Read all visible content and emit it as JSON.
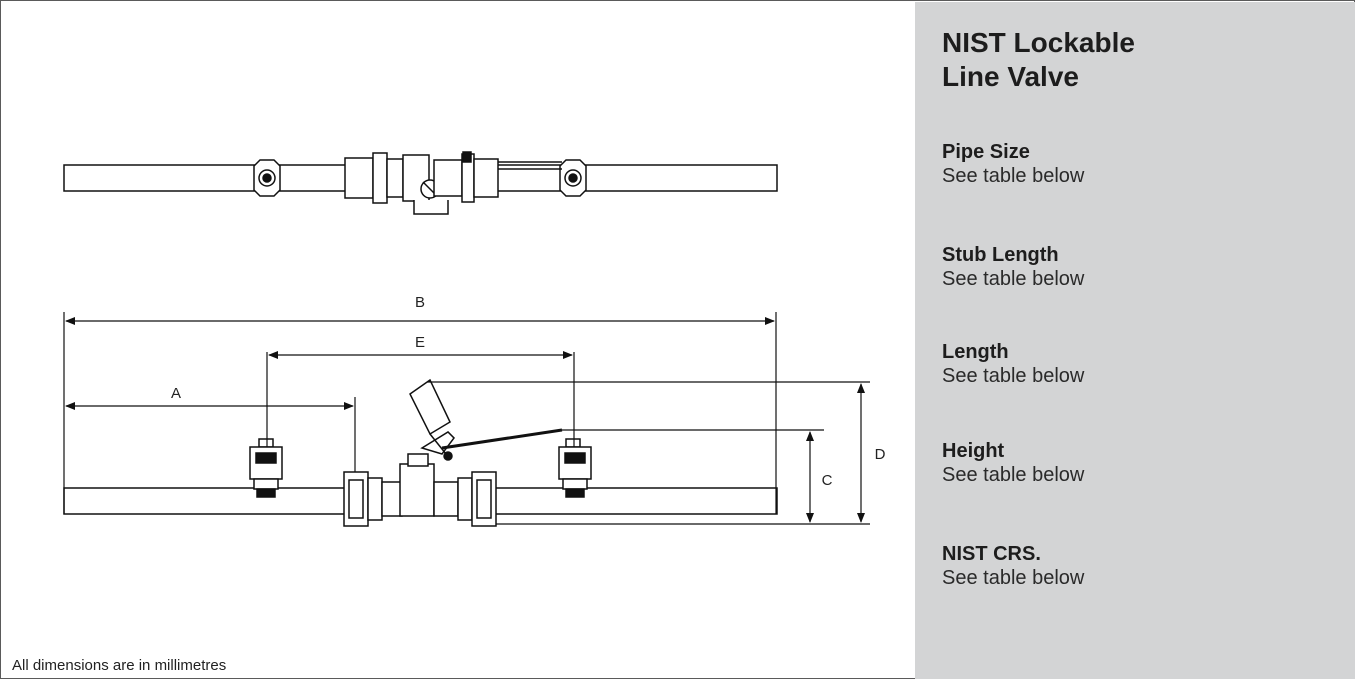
{
  "title": {
    "line1": "NIST Lockable",
    "line2": "Line Valve"
  },
  "specs": [
    {
      "label": "Pipe Size",
      "value": "See table below"
    },
    {
      "label": "Stub Length",
      "value": "See table below"
    },
    {
      "label": "Length",
      "value": "See table below"
    },
    {
      "label": "Height",
      "value": "See table below"
    },
    {
      "label": "NIST CRS.",
      "value": "See table below"
    }
  ],
  "dimensions": {
    "a": "A",
    "b": "B",
    "c": "C",
    "d": "D",
    "e": "E"
  },
  "footnote": "All dimensions are in millimetres"
}
